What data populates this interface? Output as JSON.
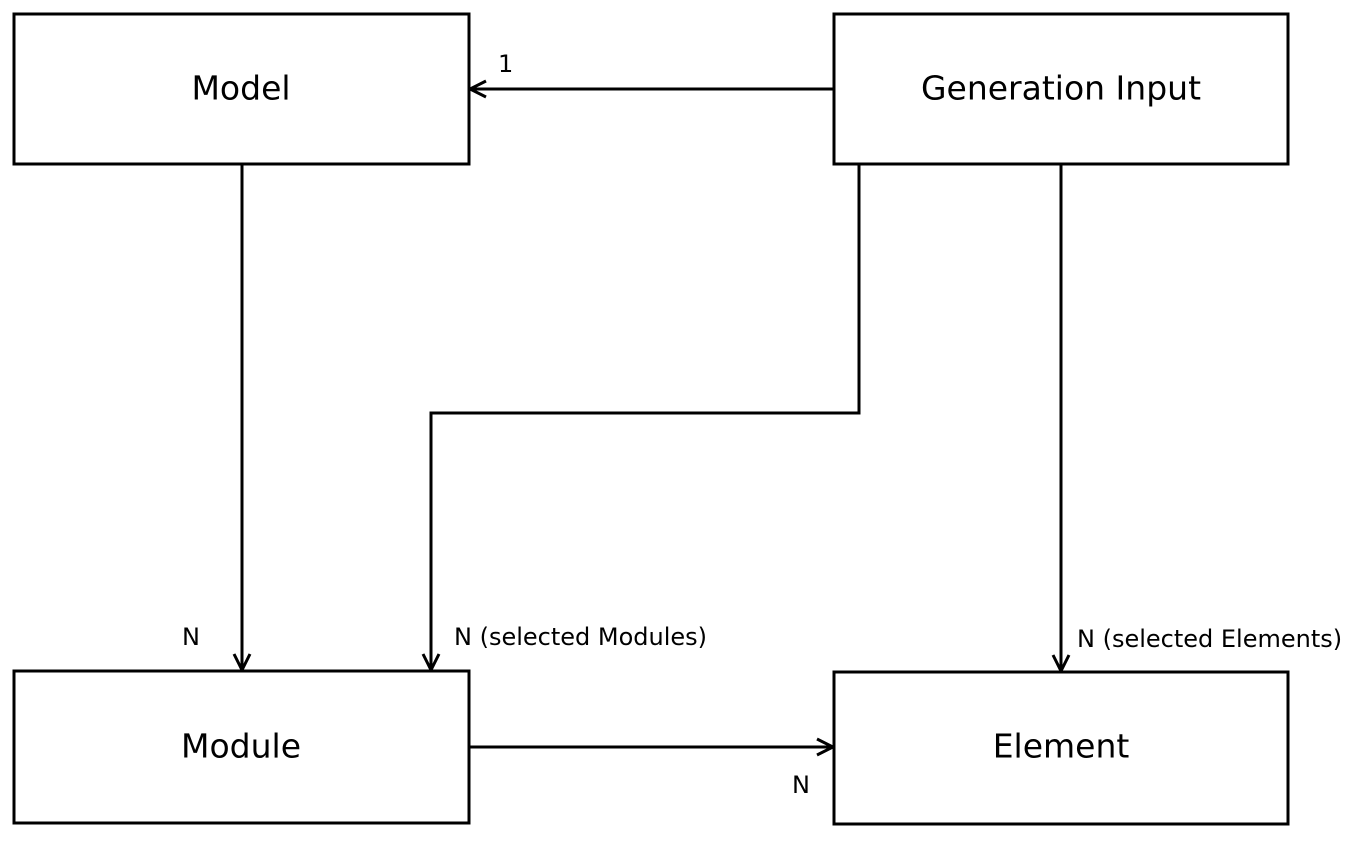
{
  "nodes": {
    "model": "Model",
    "generation_input": "Generation Input",
    "module": "Module",
    "element": "Element"
  },
  "edges": {
    "generation_input_to_model": "1",
    "model_to_module": "N",
    "generation_input_to_module": "N (selected Modules)",
    "generation_input_to_element": "N (selected Elements)",
    "module_to_element": "N"
  },
  "colors": {
    "stroke": "#000000",
    "background": "#ffffff"
  }
}
